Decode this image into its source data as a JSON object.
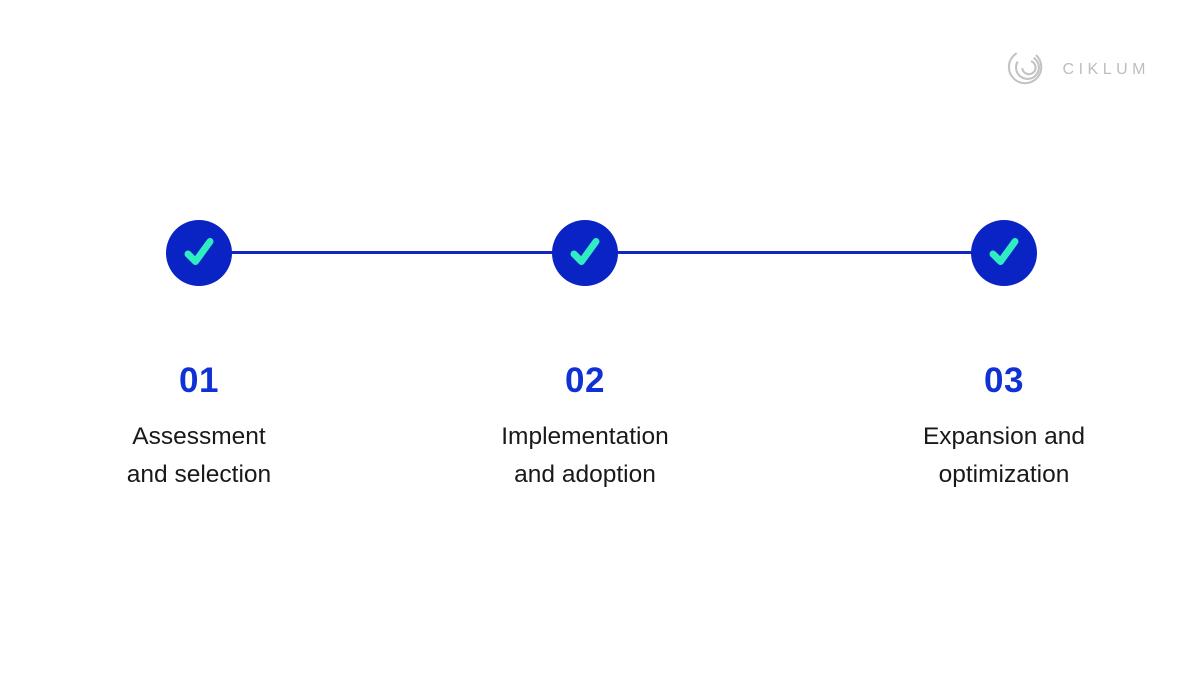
{
  "brand": {
    "name": "CIKLUM",
    "logo_color": "#c3c3c3"
  },
  "colors": {
    "node_blue": "#0a23c4",
    "connector_blue": "#1226c6",
    "number_blue": "#1031d4",
    "check_green": "#2fedc0",
    "label_text": "#191919",
    "background": "#ffffff"
  },
  "timeline": {
    "node_count": 3,
    "node_icon": "check-icon"
  },
  "steps": [
    {
      "number": "01",
      "label_line1": "Assessment",
      "label_line2": "and selection"
    },
    {
      "number": "02",
      "label_line1": "Implementation",
      "label_line2": "and adoption"
    },
    {
      "number": "03",
      "label_line1": "Expansion and",
      "label_line2": "optimization"
    }
  ]
}
